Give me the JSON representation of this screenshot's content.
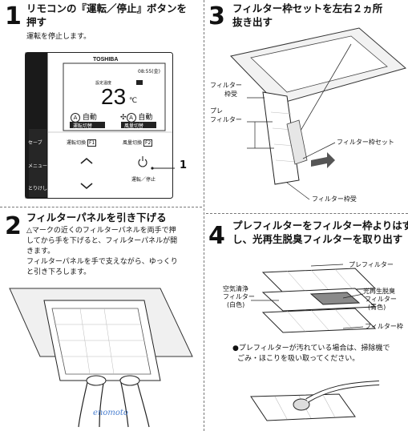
{
  "step1": {
    "num": "1",
    "title_line1": "リモコンの『運転／停止』ボタンを",
    "title_line2": "押す",
    "desc": "運転を停止します。",
    "remote": {
      "brand": "TOSHIBA",
      "time": "08:55(金)",
      "setpoint_label": "設定温度",
      "temperature": "23",
      "unit": "℃",
      "mode_value": "自動",
      "mode_sub": "運転切替",
      "fan_value": "自動",
      "fan_sub": "風量切替",
      "left_buttons": [
        "セーブ",
        "メニュー",
        "とりけし"
      ],
      "mode_switch": "運転切換",
      "mode_switch_key": "F1",
      "fan_switch": "風量切換",
      "fan_switch_key": "F2",
      "power_label": "運転／停止",
      "callout": "1"
    }
  },
  "step2": {
    "num": "2",
    "title": "フィルターパネルを引き下げる",
    "body_lines": [
      "△マークの近くのフィルターパネルを両手で押",
      "してから手を下げると、フィルターパネルが開",
      "きます。",
      "フィルターパネルを手で支えながら、ゆっくり",
      "と引き下ろします。"
    ],
    "watermark": "enomoto"
  },
  "step3": {
    "num": "3",
    "title_line1": "フィルター枠セットを左右２ヵ所",
    "title_line2": "抜き出す",
    "labels": {
      "filter_holder": "フィルター",
      "filter_holder2": "枠受",
      "prefilter1": "プレ",
      "prefilter2": "フィルター",
      "frame_set": "フィルター枠セット",
      "frame_holder": "フィルター枠受"
    }
  },
  "step4": {
    "num": "4",
    "title_line1": "プレフィルターをフィルター枠よりはず",
    "title_line2": "し、光再生脱臭フィルターを取り出す",
    "labels": {
      "prefilter": "プレフィルター",
      "air1": "空気清浄",
      "air2": "フィルター",
      "air3": "(白色)",
      "deo1": "光再生脱臭",
      "deo2": "フィルター",
      "deo3": "(青色)",
      "frame": "フィルター枠"
    },
    "note_line1": "●プレフィルターが汚れている場合は、掃除機で",
    "note_line2": "ごみ・ほこりを吸い取ってください。"
  }
}
